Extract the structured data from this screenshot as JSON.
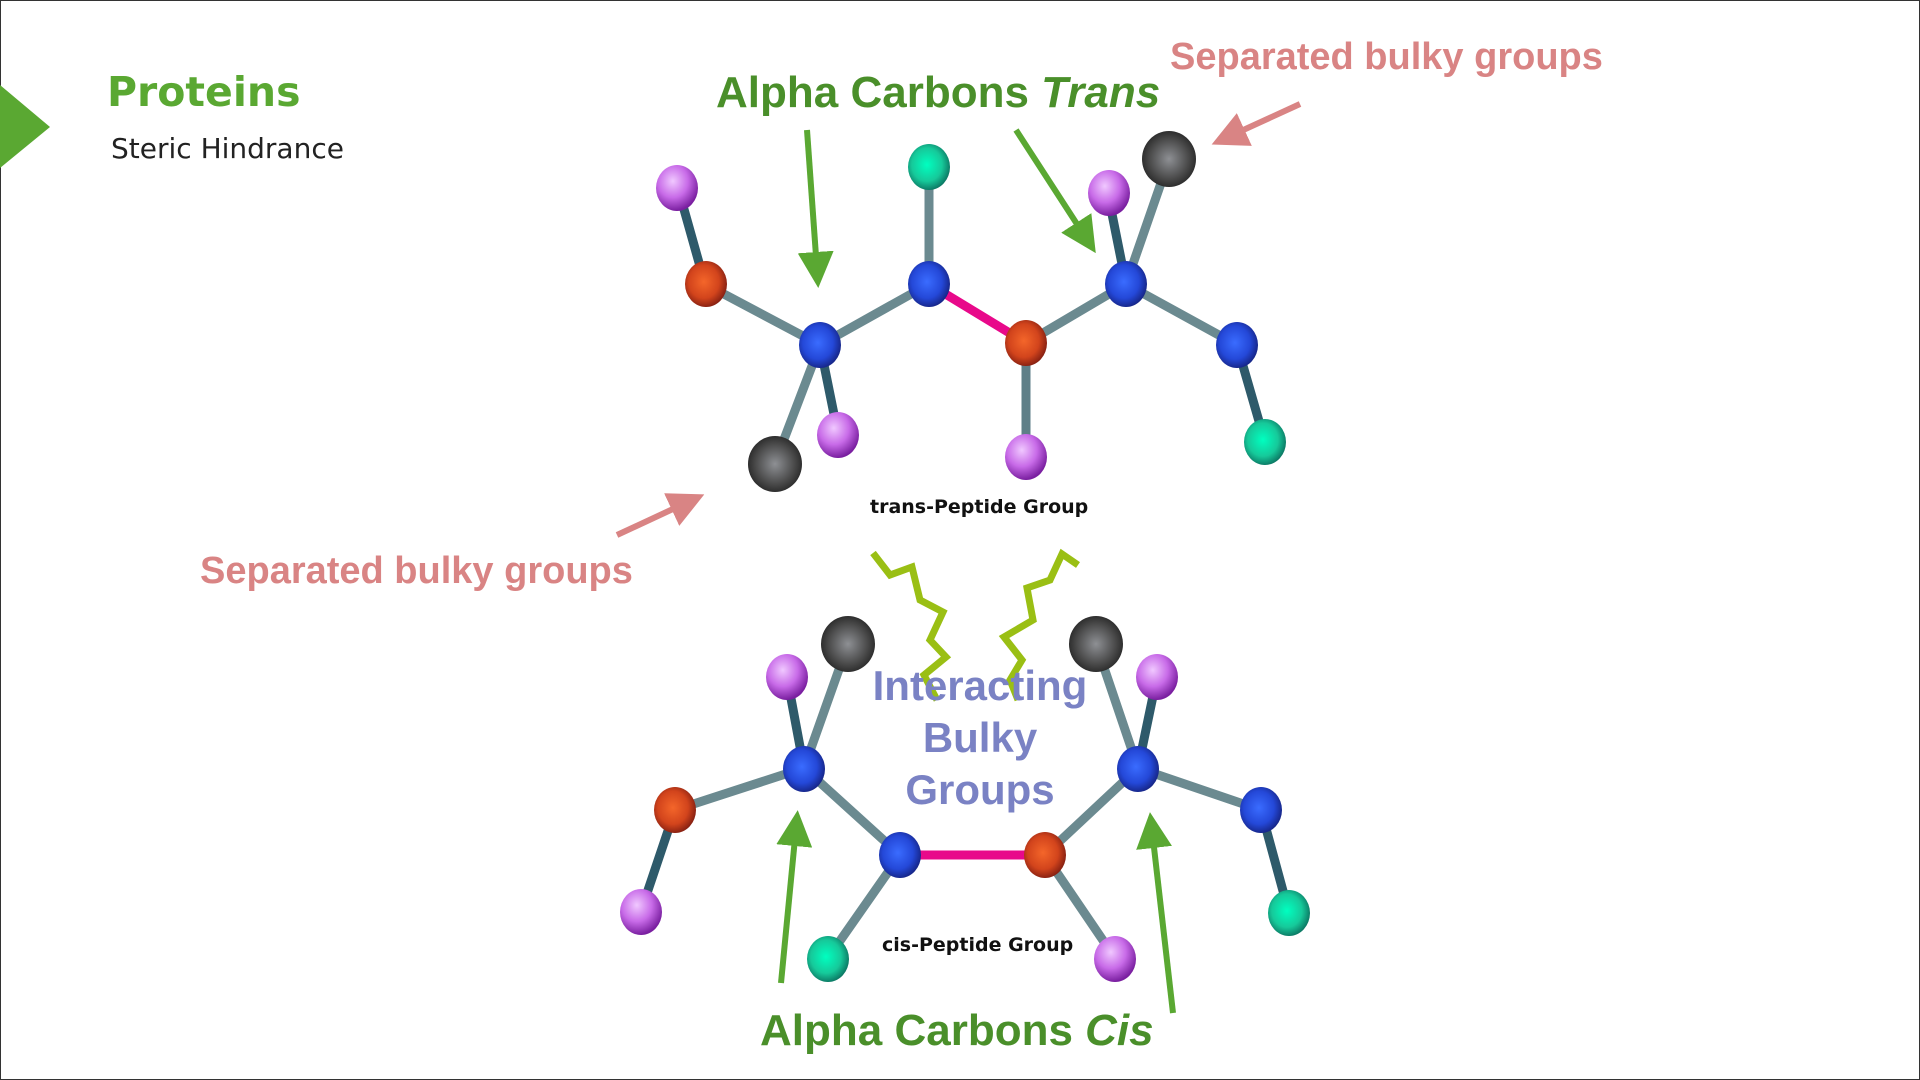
{
  "slide": {
    "title": "Proteins",
    "subtitle": "Steric Hindrance",
    "accent_color": "#5aa832"
  },
  "labels": {
    "alpha_trans_prefix": "Alpha Carbons ",
    "alpha_trans_em": "Trans",
    "alpha_cis_prefix": "Alpha Carbons ",
    "alpha_cis_em": "Cis",
    "separated_top": "Separated bulky groups",
    "separated_left": "Separated bulky groups",
    "trans_group": "trans-Peptide Group",
    "cis_group": "cis-Peptide Group",
    "interacting_line1": "Interacting",
    "interacting_line2": "Bulky",
    "interacting_line3": "Groups"
  },
  "colors": {
    "atom_purple": "#c86be8",
    "atom_teal": "#16c99a",
    "atom_blue": "#2448d8",
    "atom_red": "#d2441c",
    "atom_gray": "#4a4a4a",
    "bond_gray": "#6b8a90",
    "bond_dark": "#2e5a6a",
    "bond_peptide": "#e8098a",
    "arrow_green": "#5aa832",
    "arrow_pink": "#d98484",
    "zigzag": "#9abf14"
  },
  "molecules": {
    "trans": {
      "atoms": [
        {
          "id": "t1",
          "type": "purple"
        },
        {
          "id": "t2",
          "type": "red"
        },
        {
          "id": "t3",
          "type": "blue"
        },
        {
          "id": "t4",
          "type": "teal"
        },
        {
          "id": "t5",
          "type": "blue"
        },
        {
          "id": "t6",
          "type": "red"
        },
        {
          "id": "t7",
          "type": "blue"
        },
        {
          "id": "t8",
          "type": "purple"
        },
        {
          "id": "t9",
          "type": "gray"
        },
        {
          "id": "t10",
          "type": "blue"
        },
        {
          "id": "t11",
          "type": "teal"
        },
        {
          "id": "t12",
          "type": "purple"
        },
        {
          "id": "t13",
          "type": "gray"
        },
        {
          "id": "t14",
          "type": "purple"
        }
      ]
    },
    "cis": {
      "atoms": [
        {
          "id": "c1",
          "type": "gray"
        },
        {
          "id": "c2",
          "type": "purple"
        },
        {
          "id": "c3",
          "type": "blue"
        },
        {
          "id": "c4",
          "type": "red"
        },
        {
          "id": "c5",
          "type": "purple"
        },
        {
          "id": "c6",
          "type": "blue"
        },
        {
          "id": "c7",
          "type": "teal"
        },
        {
          "id": "c8",
          "type": "red"
        },
        {
          "id": "c9",
          "type": "purple"
        },
        {
          "id": "c10",
          "type": "blue"
        },
        {
          "id": "c11",
          "type": "gray"
        },
        {
          "id": "c12",
          "type": "purple"
        },
        {
          "id": "c13",
          "type": "blue"
        },
        {
          "id": "c14",
          "type": "teal"
        }
      ]
    }
  }
}
